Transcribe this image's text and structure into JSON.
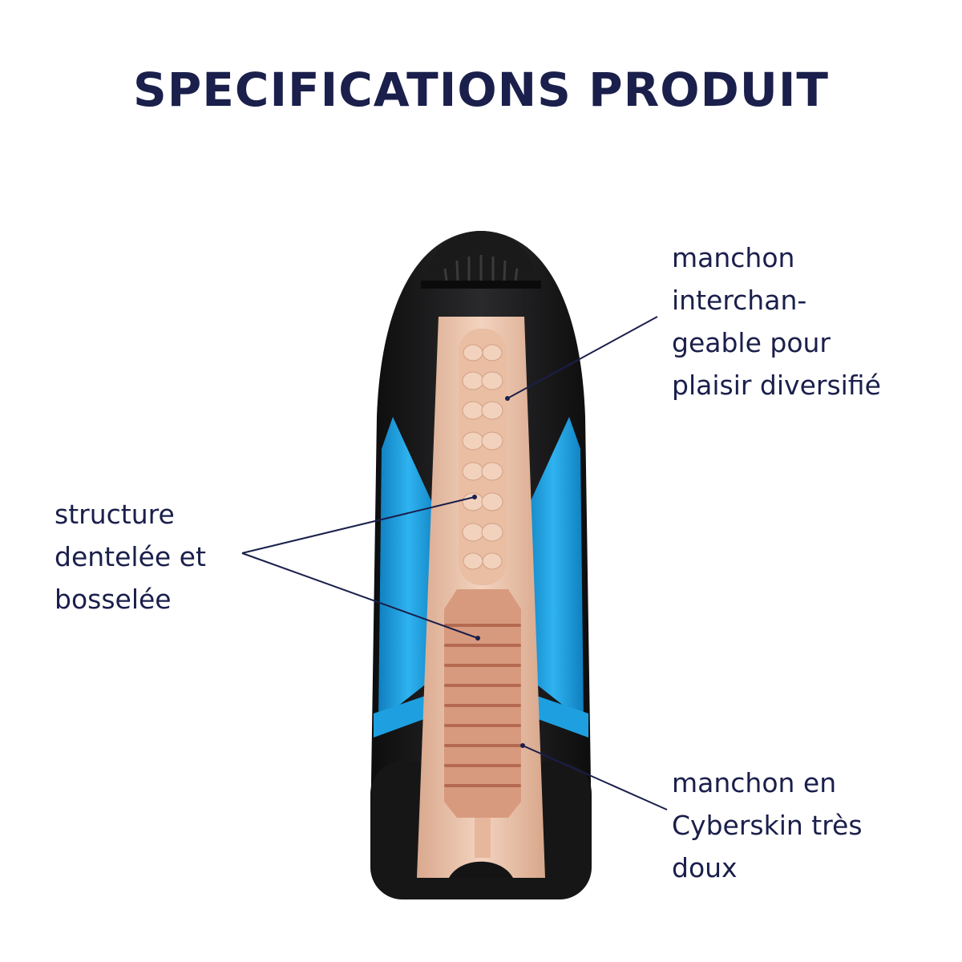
{
  "title": "SPECIFICATIONS PRODUIT",
  "callouts": {
    "top_right": {
      "lines": [
        "manchon",
        "interchan-",
        "geable pour",
        "plaisir diversifié"
      ]
    },
    "left": {
      "lines": [
        "structure",
        "dentelée et",
        "bosselée"
      ]
    },
    "bottom_right": {
      "lines": [
        "manchon en",
        "Cyberskin très",
        "doux"
      ]
    }
  },
  "colors": {
    "text": "#1a1f4b",
    "body_black": "#1c1c1e",
    "accent_blue": "#1e9fe0",
    "sleeve": "#eec8b0",
    "leader_line": "#1a1f4b"
  }
}
